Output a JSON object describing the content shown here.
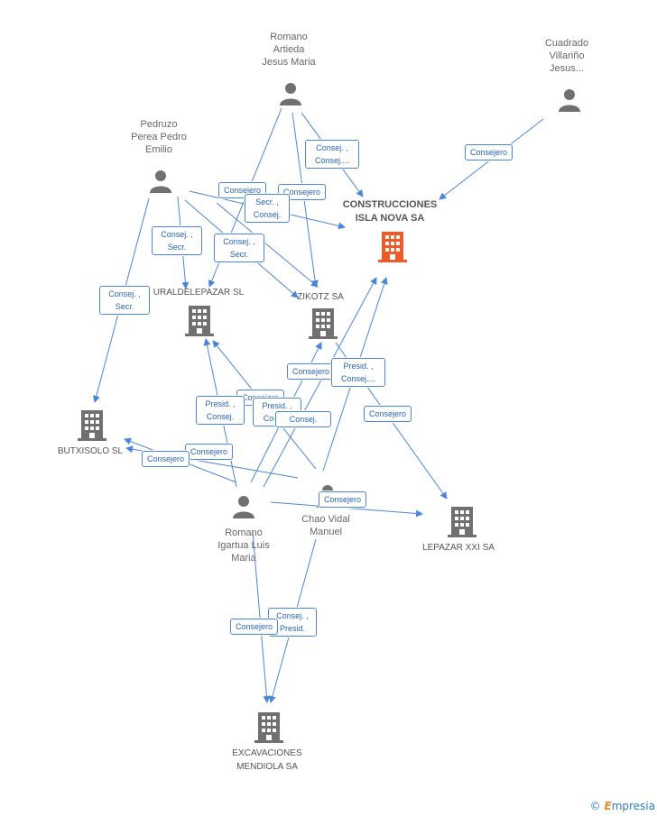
{
  "colors": {
    "edge": "#4a86d8",
    "person": "#707070",
    "company": "#707070",
    "focus": "#f05a28"
  },
  "people": [
    {
      "id": "p_romano_artieda",
      "label": "Romano\nArtieda\nJesus Maria"
    },
    {
      "id": "p_cuadrado",
      "label": "Cuadrado\nVillariño\nJesus..."
    },
    {
      "id": "p_pedruzo",
      "label": "Pedruzo\nPerea Pedro\nEmilio"
    },
    {
      "id": "p_romano_igartua",
      "label": "Romano\nIgartua Luis\nMaria"
    },
    {
      "id": "p_chao",
      "label": "Chao Vidal\nManuel"
    }
  ],
  "companies": [
    {
      "id": "c_construcciones",
      "label": "CONSTRUCCIONES\nISLA NOVA SA",
      "focus": true
    },
    {
      "id": "c_uraldelepazar",
      "label": "URALDELEPAZAR SL"
    },
    {
      "id": "c_zikotz",
      "label": "ZIKOTZ SA"
    },
    {
      "id": "c_butxisolo",
      "label": "BUTXISOLO SL"
    },
    {
      "id": "c_lepazar",
      "label": "LEPAZAR XXI SA"
    },
    {
      "id": "c_excavaciones",
      "label": "EXCAVACIONES\nMENDIOLA SA"
    }
  ],
  "edge_labels": [
    "Consej. ,\nConsej....",
    "Consejero",
    "Consejero",
    "Consejero",
    "Secr. ,\nConsej.",
    "Consej. ,\nSecr.",
    "Consej. ,\nSecr.",
    "Consej. ,\nSecr.",
    "Consejero",
    "Presid. ,\nConsej....",
    "Consejero",
    "Consejero",
    "Presid. ,\nConsej.",
    "Presid. ,\nConsej.",
    "Consej.",
    "Consejero",
    "Consejero",
    "Consejero",
    "Consej. ,\nPresid.",
    "Consejero"
  ],
  "footer": {
    "copyright": "©",
    "brand_initial": "E",
    "brand_rest": "mpresia"
  }
}
